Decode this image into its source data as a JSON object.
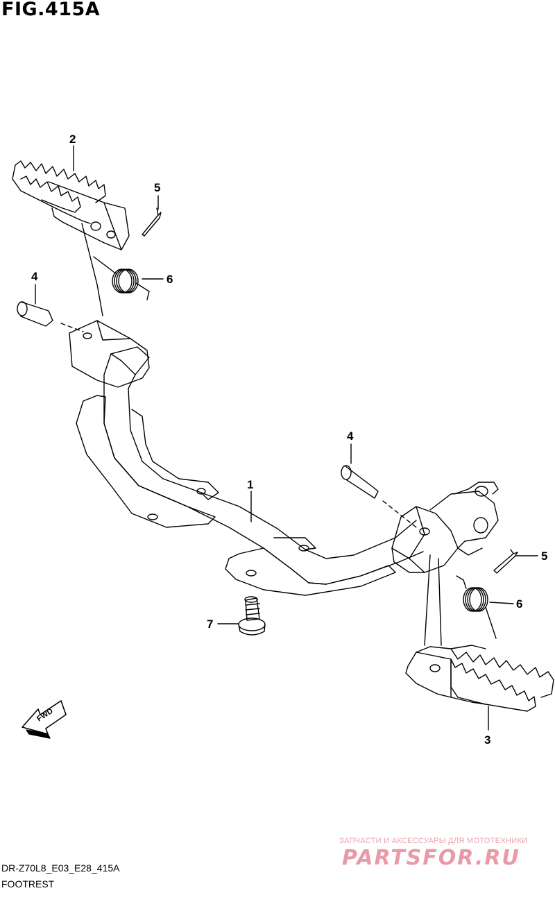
{
  "figure": {
    "title": "FIG.415A"
  },
  "callouts": [
    "1",
    "2",
    "3",
    "4",
    "4",
    "5",
    "5",
    "6",
    "6",
    "7"
  ],
  "direction_marker": "FWD",
  "footer": {
    "model_code": "DR-Z70L8_E03_E28_415A",
    "section": "FOOTREST"
  },
  "watermark": {
    "tagline": "ЗАПЧАСТИ И АКСЕССУАРЫ ДЛЯ МОТОТЕХНИКИ",
    "logo": "PARTSFOR.RU"
  },
  "colors": {
    "line": "#000000",
    "watermark": "#e99aa6"
  }
}
